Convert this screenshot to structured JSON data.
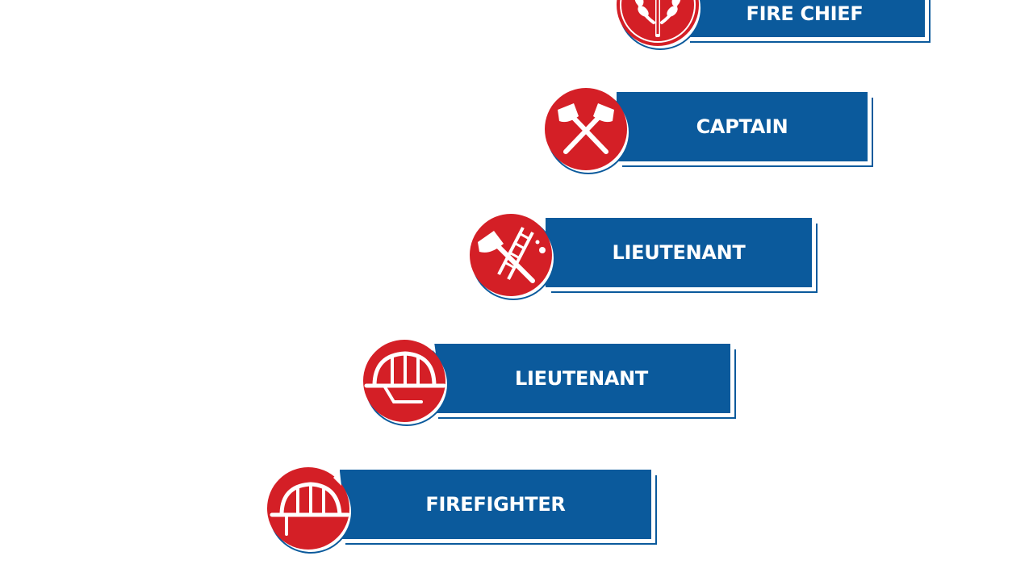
{
  "colors": {
    "badge_red": "#d41f26",
    "badge_ring": "#0b5a9c",
    "bar_blue": "#0b5a9c",
    "label_text": "#ffffff",
    "background": "#ffffff"
  },
  "ranks": [
    {
      "label": "FIRE CHIEF",
      "icon": "laurel-wreath-axe-icon"
    },
    {
      "label": "CAPTAIN",
      "icon": "crossed-axes-icon"
    },
    {
      "label": "LIEUTENANT",
      "icon": "axe-and-ladder-icon"
    },
    {
      "label": "LIEUTENANT",
      "icon": "fire-helmet-icon"
    },
    {
      "label": "FIREFIGHTER",
      "icon": "fire-helmet-icon"
    }
  ]
}
